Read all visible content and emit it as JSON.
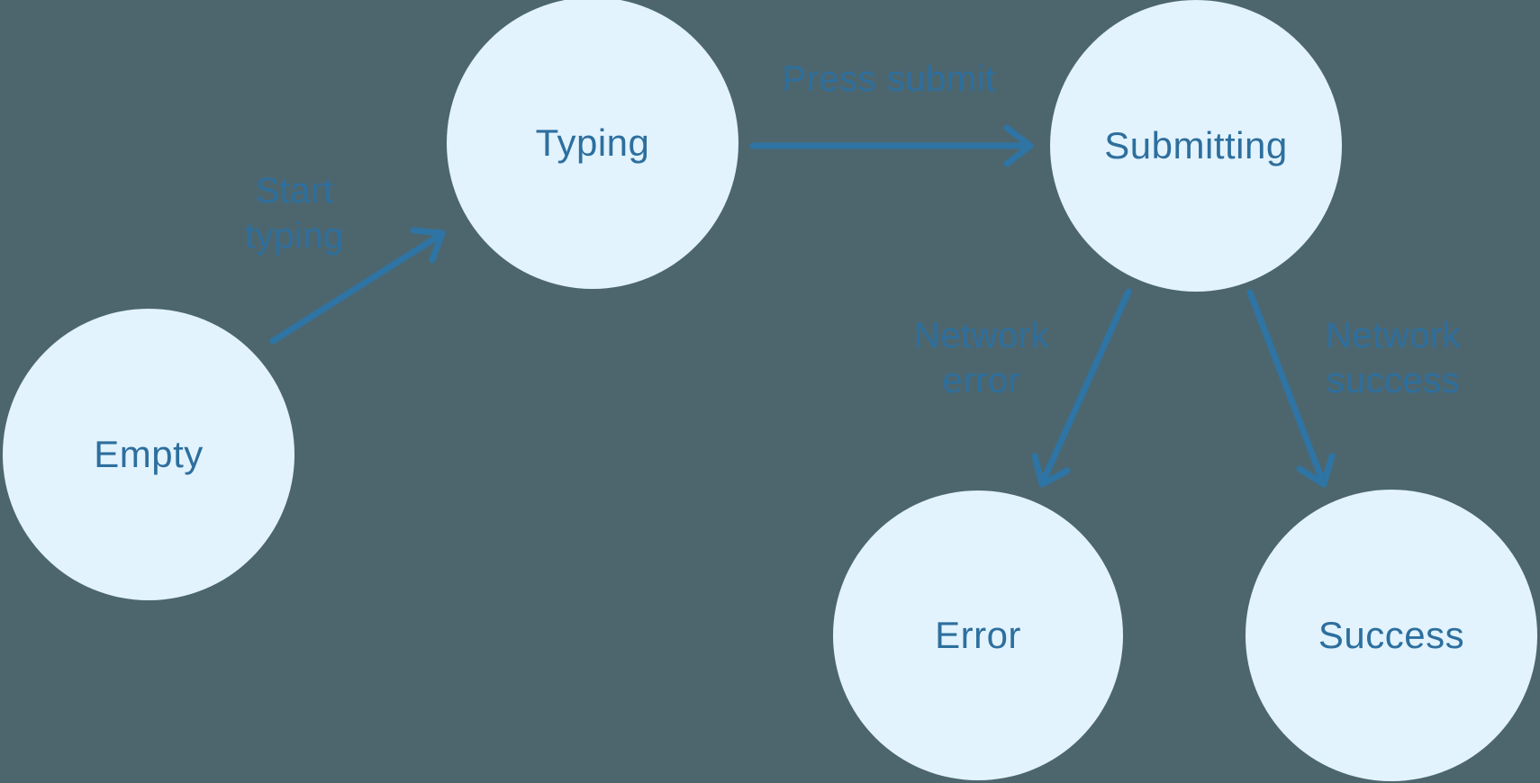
{
  "diagram": {
    "nodes": [
      {
        "id": "empty",
        "label": "Empty"
      },
      {
        "id": "typing",
        "label": "Typing"
      },
      {
        "id": "submitting",
        "label": "Submitting"
      },
      {
        "id": "error",
        "label": "Error"
      },
      {
        "id": "success",
        "label": "Success"
      }
    ],
    "edges": [
      {
        "from": "empty",
        "to": "typing",
        "label": "Start typing",
        "label_lines": [
          "Start",
          "typing"
        ]
      },
      {
        "from": "typing",
        "to": "submitting",
        "label": "Press submit",
        "label_lines": [
          "Press submit"
        ]
      },
      {
        "from": "submitting",
        "to": "error",
        "label": "Network error",
        "label_lines": [
          "Network",
          "error"
        ]
      },
      {
        "from": "submitting",
        "to": "success",
        "label": "Network success",
        "label_lines": [
          "Network",
          "success"
        ]
      }
    ],
    "colors": {
      "background": "#4d666e",
      "node_fill": "#e2f3fd",
      "text": "#2d6f9e",
      "arrow": "#2e74a4"
    }
  }
}
